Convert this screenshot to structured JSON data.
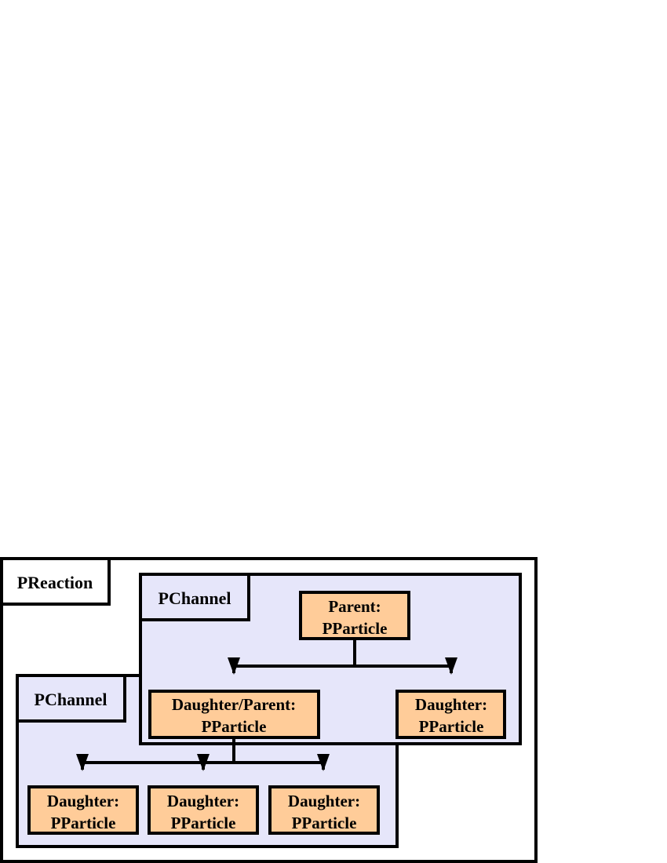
{
  "colors": {
    "stroke": "#000000",
    "reaction_fill": "#ffffff",
    "channel_fill": "#e6e6fa",
    "particle_fill": "#ffcc99",
    "label_fill": "#ffffff"
  },
  "reaction": {
    "label": "PReaction"
  },
  "channels": {
    "upper": {
      "label": "PChannel",
      "parent": {
        "line1": "Parent:",
        "line2": "PParticle"
      },
      "daughter_parent": {
        "line1": "Daughter/Parent:",
        "line2": "PParticle"
      },
      "daughter": {
        "line1": "Daughter:",
        "line2": "PParticle"
      }
    },
    "lower": {
      "label": "PChannel",
      "daughters": [
        {
          "line1": "Daughter:",
          "line2": "PParticle"
        },
        {
          "line1": "Daughter:",
          "line2": "PParticle"
        },
        {
          "line1": "Daughter:",
          "line2": "PParticle"
        }
      ]
    }
  }
}
